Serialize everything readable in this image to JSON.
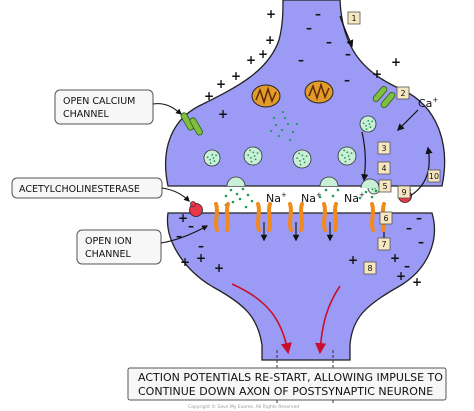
{
  "labels": {
    "calcium_channel_line1": "OPEN CALCIUM",
    "calcium_channel_line2": "CHANNEL",
    "enzyme": "ACETYLCHOLINESTERASE",
    "ion_channel_line1": "OPEN ION",
    "ion_channel_line2": "CHANNEL"
  },
  "ions": {
    "calcium": "Ca",
    "calcium_charge": "+",
    "sodium": "Na",
    "sodium_charge": "+"
  },
  "charges": {
    "positive": "+",
    "negative": "–"
  },
  "steps": [
    "1",
    "2",
    "3",
    "4",
    "5",
    "6",
    "7",
    "8",
    "9",
    "10"
  ],
  "caption": {
    "line1": "ACTION POTENTIALS RE-START, ALLOWING IMPULSE TO",
    "line2": "CONTINUE DOWN AXON OF POSTSYNAPTIC NEURONE"
  },
  "copyright": "Copyright © Save My Exams. All Rights Reserved",
  "colors": {
    "membrane": "#9b9bf5",
    "membrane_edge": "#222222",
    "vesicle": "#c9f0d6",
    "vesicle_dot": "#1f9a58",
    "channel": "#7fbf3f",
    "ion_channel": "#f08a1c",
    "enzyme": "#e8364a",
    "arrow": "#c8102e",
    "label_box": "#f7f7f7"
  }
}
